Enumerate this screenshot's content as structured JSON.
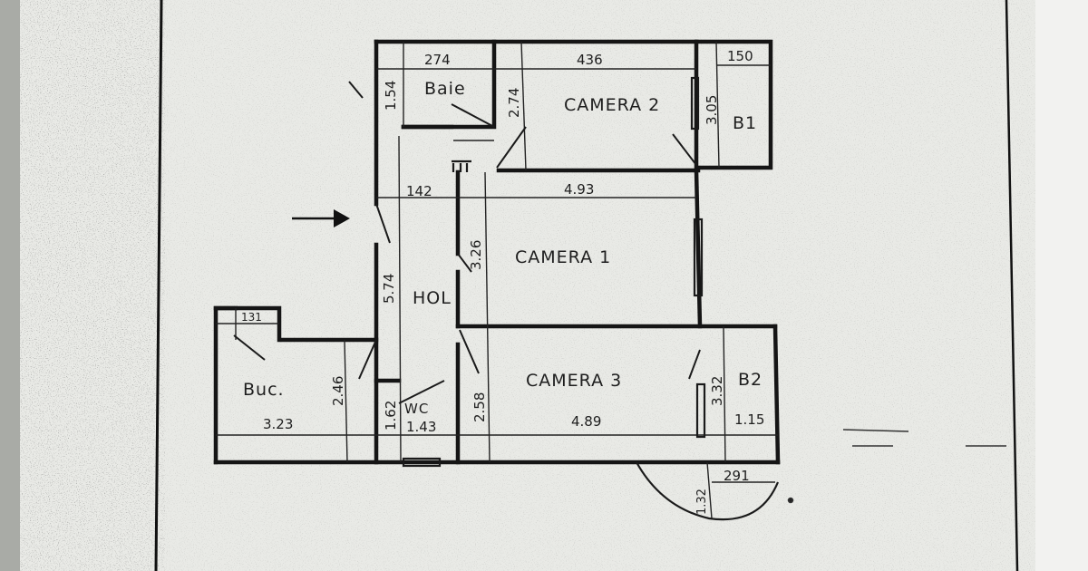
{
  "rooms": {
    "baie": "Baie",
    "camera2": "CAMERA 2",
    "b1": "B1",
    "camera1": "CAMERA 1",
    "hol": "HOL",
    "buc": "Buc.",
    "wc": "WC",
    "camera3": "CAMERA 3",
    "b2": "B2"
  },
  "dimensions": {
    "d_274": "274",
    "d_436": "436",
    "d_150": "150",
    "d_154": "1.54",
    "d_274v": "2.74",
    "d_305": "3.05",
    "d_142": "142",
    "d_493": "4.93",
    "d_326": "3.26",
    "d_574": "5.74",
    "d_131": "131",
    "d_246": "2.46",
    "d_323": "3.23",
    "d_162": "1.62",
    "d_143": "1.43",
    "d_258": "2.58",
    "d_489": "4.89",
    "d_332": "3.32",
    "d_115": "1.15",
    "d_291": "291",
    "d_132": "1.32"
  },
  "colors": {
    "paper": "#e9eae6",
    "ink": "#151515",
    "background": "#cfd1cc"
  }
}
